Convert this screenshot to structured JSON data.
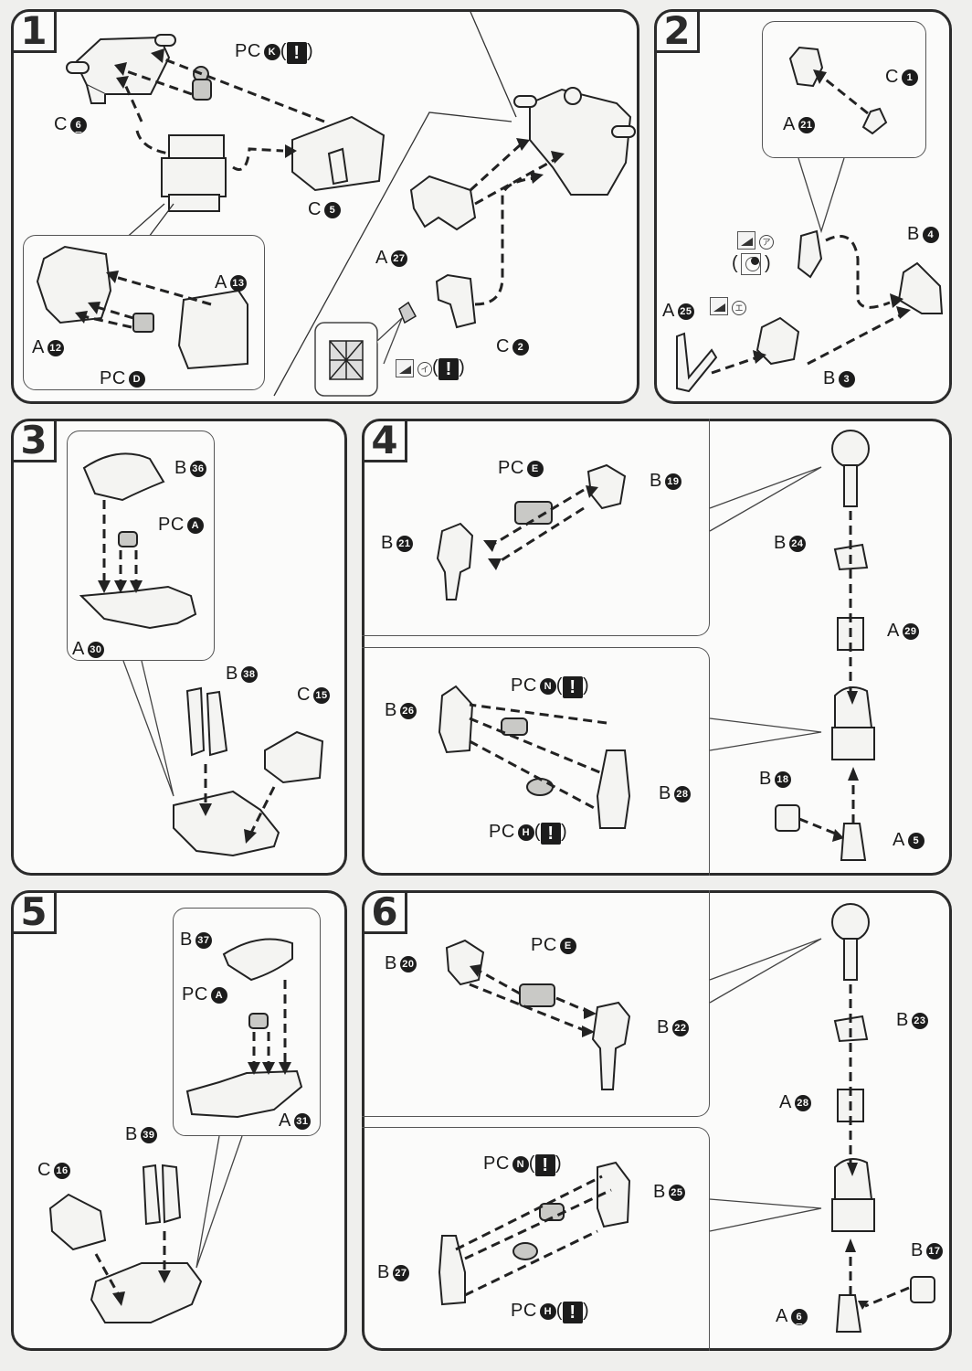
{
  "document": {
    "type": "model kit assembly instructions",
    "steps": [
      {
        "number": "1",
        "labels": {
          "pc_k": {
            "prefix": "PC",
            "id": "K",
            "warning": "!"
          },
          "c6": {
            "prefix": "C",
            "id": "6"
          },
          "c5": {
            "prefix": "C",
            "id": "5"
          },
          "a13": {
            "prefix": "A",
            "id": "13"
          },
          "a12": {
            "prefix": "A",
            "id": "12"
          },
          "pc_d": {
            "prefix": "PC",
            "id": "D"
          },
          "a27": {
            "prefix": "A",
            "id": "27"
          },
          "c2": {
            "prefix": "C",
            "id": "2"
          },
          "sticker": {
            "kana": "イ",
            "warning": "!"
          }
        }
      },
      {
        "number": "2",
        "labels": {
          "c1": {
            "prefix": "C",
            "id": "1"
          },
          "a21": {
            "prefix": "A",
            "id": "21"
          },
          "b4": {
            "prefix": "B",
            "id": "4"
          },
          "a25": {
            "prefix": "A",
            "id": "25"
          },
          "b3": {
            "prefix": "B",
            "id": "3"
          },
          "sticker_a": {
            "kana": "ア"
          },
          "sticker_e": {
            "kana": "エ"
          }
        }
      },
      {
        "number": "3",
        "labels": {
          "b36": {
            "prefix": "B",
            "id": "36"
          },
          "pc_a": {
            "prefix": "PC",
            "id": "A"
          },
          "a30": {
            "prefix": "A",
            "id": "30"
          },
          "b38": {
            "prefix": "B",
            "id": "38"
          },
          "c15": {
            "prefix": "C",
            "id": "15"
          }
        }
      },
      {
        "number": "4",
        "labels": {
          "pc_e": {
            "prefix": "PC",
            "id": "E"
          },
          "b19": {
            "prefix": "B",
            "id": "19"
          },
          "b21": {
            "prefix": "B",
            "id": "21"
          },
          "b26": {
            "prefix": "B",
            "id": "26"
          },
          "pc_n": {
            "prefix": "PC",
            "id": "N",
            "warning": "!"
          },
          "b28": {
            "prefix": "B",
            "id": "28"
          },
          "pc_h": {
            "prefix": "PC",
            "id": "H",
            "warning": "!"
          },
          "b24": {
            "prefix": "B",
            "id": "24"
          },
          "a29": {
            "prefix": "A",
            "id": "29"
          },
          "b18": {
            "prefix": "B",
            "id": "18"
          },
          "a5": {
            "prefix": "A",
            "id": "5"
          }
        }
      },
      {
        "number": "5",
        "labels": {
          "b37": {
            "prefix": "B",
            "id": "37"
          },
          "pc_a": {
            "prefix": "PC",
            "id": "A"
          },
          "a31": {
            "prefix": "A",
            "id": "31"
          },
          "b39": {
            "prefix": "B",
            "id": "39"
          },
          "c16": {
            "prefix": "C",
            "id": "16"
          }
        }
      },
      {
        "number": "6",
        "labels": {
          "b20": {
            "prefix": "B",
            "id": "20"
          },
          "pc_e": {
            "prefix": "PC",
            "id": "E"
          },
          "b22": {
            "prefix": "B",
            "id": "22"
          },
          "pc_n": {
            "prefix": "PC",
            "id": "N",
            "warning": "!"
          },
          "b25": {
            "prefix": "B",
            "id": "25"
          },
          "b27": {
            "prefix": "B",
            "id": "27"
          },
          "pc_h": {
            "prefix": "PC",
            "id": "H",
            "warning": "!"
          },
          "b23": {
            "prefix": "B",
            "id": "23"
          },
          "a28": {
            "prefix": "A",
            "id": "28"
          },
          "b17": {
            "prefix": "B",
            "id": "17"
          },
          "a6": {
            "prefix": "A",
            "id": "6"
          }
        }
      }
    ],
    "colors": {
      "ink": "#1c1c1c",
      "paper": "#fbfbfa",
      "background": "#efefed",
      "part_fill": "#f4f4f2",
      "pc_fill": "#c9c9c6"
    }
  }
}
